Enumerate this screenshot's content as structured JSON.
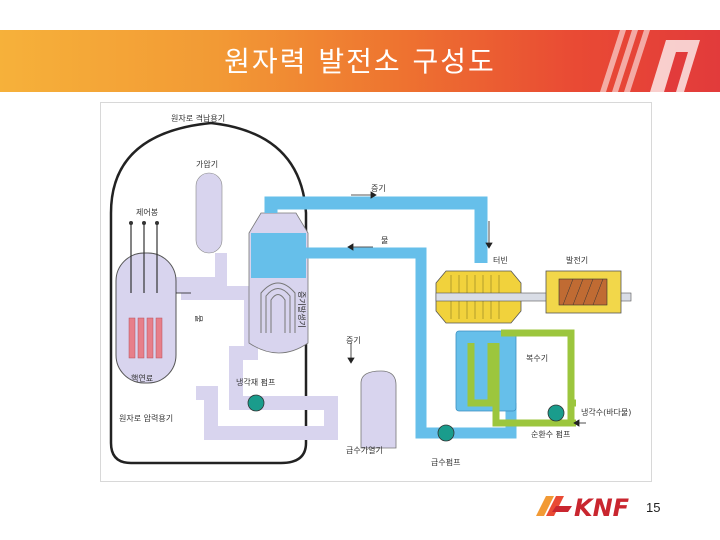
{
  "header": {
    "title": "원자력 발전소 구성도"
  },
  "diagram": {
    "labels": {
      "containment": "원자로 격납용기",
      "pressurizer": "가압기",
      "control_rods": "제어봉",
      "reactor_core": "핵연료",
      "reactor_vessel": "원자로 압력용기",
      "coolant_pump": "냉각재 펌프",
      "steam_generator": "증기발생기",
      "steam": "증기",
      "water": "물",
      "turbine": "터빈",
      "generator": "발전기",
      "condenser": "복수기",
      "cooling_water": "냉각수(바다물)",
      "circulating_pump": "순환수 펌프",
      "feedwater_pump": "급수펌프",
      "feedwater_heater": "급수가열기",
      "water_small": "물",
      "steam_small": "증기"
    }
  },
  "footer": {
    "logo_text": "KNF",
    "page_number": "15"
  },
  "colors": {
    "primary_loop": "#d8d4ee",
    "secondary_loop": "#66bfea",
    "cooling_loop": "#9cc63d",
    "turbine": "#f1d23c",
    "generator": "#f2d74a",
    "rods": "#e77f8a",
    "banner_start": "#f6b13a",
    "banner_end": "#e23b3b",
    "logo": "#c9262f"
  }
}
